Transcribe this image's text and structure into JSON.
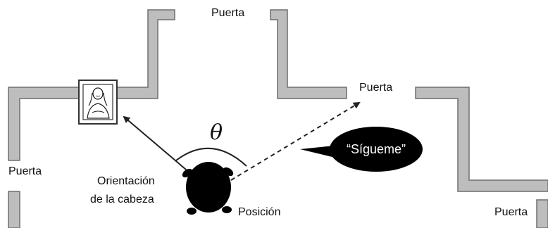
{
  "labels": {
    "door_top": "Puerta",
    "door_mid": "Puerta",
    "door_left": "Puerta",
    "door_bottom_right": "Puerta",
    "head_orientation_line1": "Orientación",
    "head_orientation_line2": "de la cabeza",
    "position": "Posición",
    "angle": "θ",
    "speech": "“Sígueme”"
  },
  "colors": {
    "wall_fill": "#bdbdbd",
    "wall_edge": "#6f6f6f",
    "person": "#000000",
    "arrow": "#222222",
    "bubble": "#000000",
    "bubble_text": "#ffffff"
  },
  "icons": {
    "painting": "mona-lisa-portrait-icon",
    "person": "person-top-view-icon"
  }
}
